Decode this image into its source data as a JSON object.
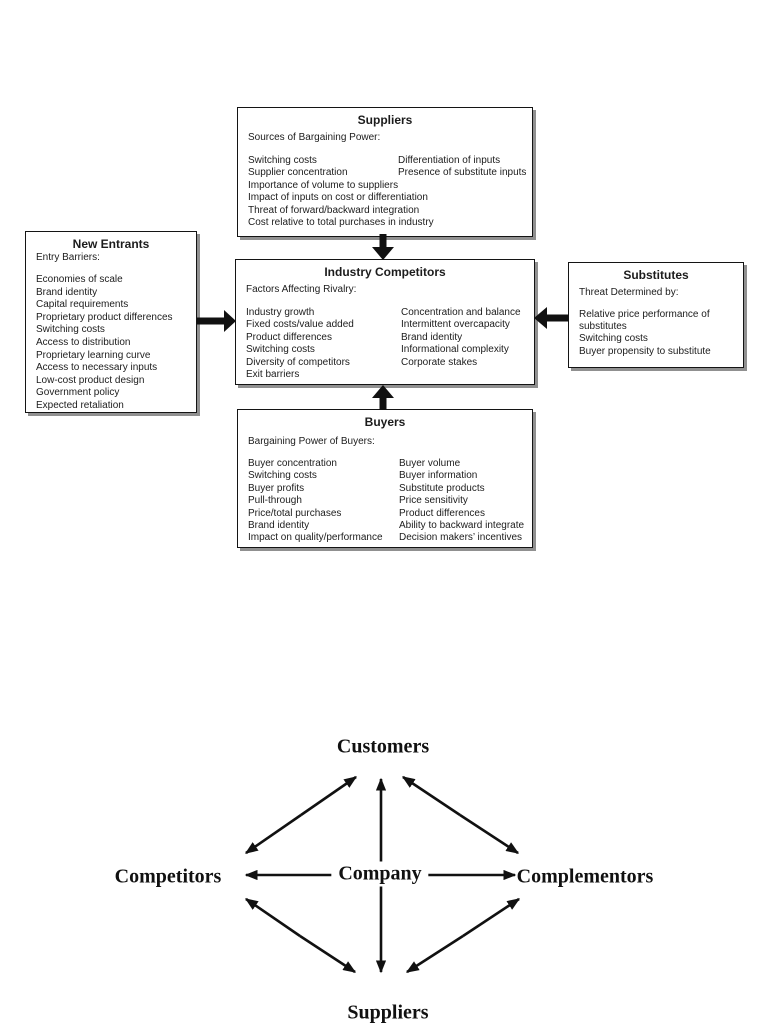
{
  "colors": {
    "background": "#ffffff",
    "text": "#1c1c1c",
    "box_border": "#141414",
    "box_shadow": "#909090",
    "arrow": "#111111"
  },
  "five_forces": {
    "suppliers": {
      "title": "Suppliers",
      "subtitle": "Sources of Bargaining Power:",
      "col_left": [
        "Switching costs",
        "Supplier concentration",
        "Importance of volume to suppliers",
        "Impact of inputs on cost or differentiation",
        "Threat of forward/backward integration",
        "Cost relative to total purchases in industry"
      ],
      "col_right": [
        "Differentiation of inputs",
        "Presence of substitute inputs"
      ]
    },
    "new_entrants": {
      "title": "New Entrants",
      "subtitle": "Entry Barriers:",
      "items": [
        "Economies of scale",
        "Brand identity",
        "Capital requirements",
        "Proprietary product differences",
        "Switching costs",
        "Access to distribution",
        "Proprietary learning curve",
        "Access to necessary inputs",
        "Low-cost product design",
        "Government policy",
        "Expected retaliation"
      ]
    },
    "industry_competitors": {
      "title": "Industry Competitors",
      "subtitle": "Factors Affecting Rivalry:",
      "col_left": [
        "Industry growth",
        "Fixed costs/value added",
        "Product differences",
        "Switching costs",
        "Diversity of competitors",
        "Exit barriers"
      ],
      "col_right": [
        "Concentration and balance",
        "Intermittent overcapacity",
        "Brand identity",
        "Informational complexity",
        "Corporate stakes"
      ]
    },
    "substitutes": {
      "title": "Substitutes",
      "subtitle": "Threat Determined by:",
      "items": [
        "Relative price performance of substitutes",
        "Switching costs",
        "Buyer propensity to substitute"
      ]
    },
    "buyers": {
      "title": "Buyers",
      "subtitle": "Bargaining Power of Buyers:",
      "col_left": [
        "Buyer concentration",
        "Switching costs",
        "Buyer profits",
        "Pull-through",
        "Price/total purchases",
        "Brand identity",
        "Impact on quality/performance"
      ],
      "col_right": [
        "Buyer volume",
        "Buyer information",
        "Substitute products",
        "Price sensitivity",
        "Product differences",
        "Ability to backward integrate",
        "Decision makers’ incentives"
      ]
    },
    "arrows": [
      {
        "from": "Suppliers",
        "to": "Industry Competitors"
      },
      {
        "from": "New Entrants",
        "to": "Industry Competitors"
      },
      {
        "from": "Substitutes",
        "to": "Industry Competitors"
      },
      {
        "from": "Buyers",
        "to": "Industry Competitors"
      }
    ]
  },
  "value_net": {
    "nodes": {
      "customers": "Customers",
      "competitors": "Competitors",
      "company": "Company",
      "complementors": "Complementors",
      "suppliers": "Suppliers"
    },
    "edges": [
      {
        "between": [
          "Company",
          "Customers"
        ],
        "style": "double-headed"
      },
      {
        "between": [
          "Company",
          "Suppliers"
        ],
        "style": "double-headed"
      },
      {
        "from": "Company",
        "to": "Competitors",
        "style": "single-headed"
      },
      {
        "from": "Company",
        "to": "Complementors",
        "style": "single-headed"
      },
      {
        "between": [
          "Competitors",
          "Customers"
        ],
        "style": "double-headed"
      },
      {
        "between": [
          "Customers",
          "Complementors"
        ],
        "style": "double-headed"
      },
      {
        "between": [
          "Competitors",
          "Suppliers"
        ],
        "style": "double-headed"
      },
      {
        "between": [
          "Suppliers",
          "Complementors"
        ],
        "style": "double-headed"
      }
    ]
  }
}
